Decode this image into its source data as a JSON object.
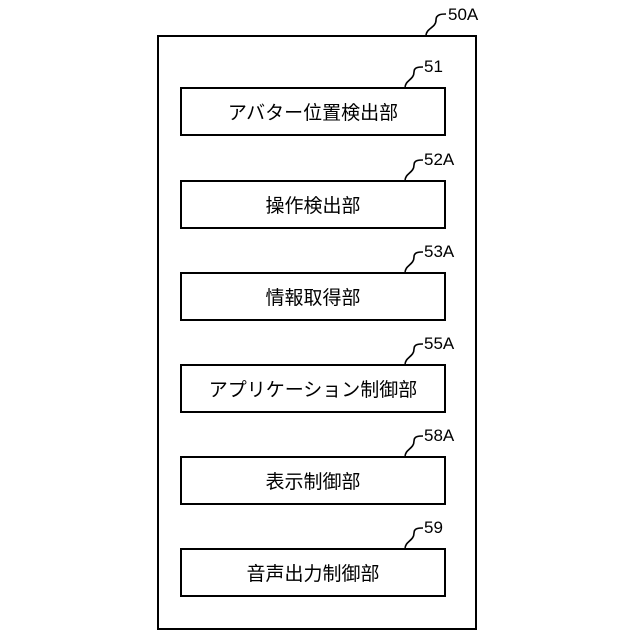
{
  "container": {
    "ref": "50A"
  },
  "blocks": [
    {
      "ref": "51",
      "label": "アバター位置検出部"
    },
    {
      "ref": "52A",
      "label": "操作検出部"
    },
    {
      "ref": "53A",
      "label": "情報取得部"
    },
    {
      "ref": "55A",
      "label": "アプリケーション制御部"
    },
    {
      "ref": "58A",
      "label": "表示制御部"
    },
    {
      "ref": "59",
      "label": "音声出力制御部"
    }
  ],
  "colors": {
    "stroke": "#000000",
    "background": "#ffffff"
  }
}
